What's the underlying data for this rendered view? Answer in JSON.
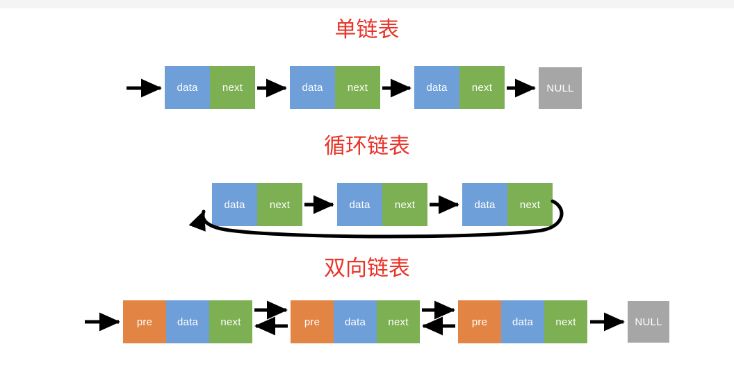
{
  "page": {
    "background": "#ffffff",
    "topbar_color": "#f4f4f4"
  },
  "palette": {
    "data_cell": "#6f9fd8",
    "next_cell": "#7cb052",
    "pre_cell": "#e28544",
    "null_cell": "#a6a6a6",
    "title_red": "#e8342a",
    "arrow_black": "#000000",
    "cell_text": "#ffffff"
  },
  "sections": {
    "singly": {
      "title": "单链表",
      "nodes": [
        {
          "cells": [
            "data",
            "next"
          ]
        },
        {
          "cells": [
            "data",
            "next"
          ]
        },
        {
          "cells": [
            "data",
            "next"
          ]
        }
      ],
      "terminator": "NULL",
      "has_head_arrow": true,
      "link_style": "forward"
    },
    "circular": {
      "title": "循环链表",
      "nodes": [
        {
          "cells": [
            "data",
            "next"
          ]
        },
        {
          "cells": [
            "data",
            "next"
          ]
        },
        {
          "cells": [
            "data",
            "next"
          ]
        }
      ],
      "terminator": null,
      "has_head_arrow": false,
      "link_style": "forward-plus-loopback"
    },
    "doubly": {
      "title": "双向链表",
      "nodes": [
        {
          "cells": [
            "pre",
            "data",
            "next"
          ]
        },
        {
          "cells": [
            "pre",
            "data",
            "next"
          ]
        },
        {
          "cells": [
            "pre",
            "data",
            "next"
          ]
        }
      ],
      "terminator": "NULL",
      "has_head_arrow": true,
      "link_style": "bidirectional"
    }
  },
  "labels": {
    "data": "data",
    "next": "next",
    "pre": "pre",
    "null": "NULL"
  }
}
